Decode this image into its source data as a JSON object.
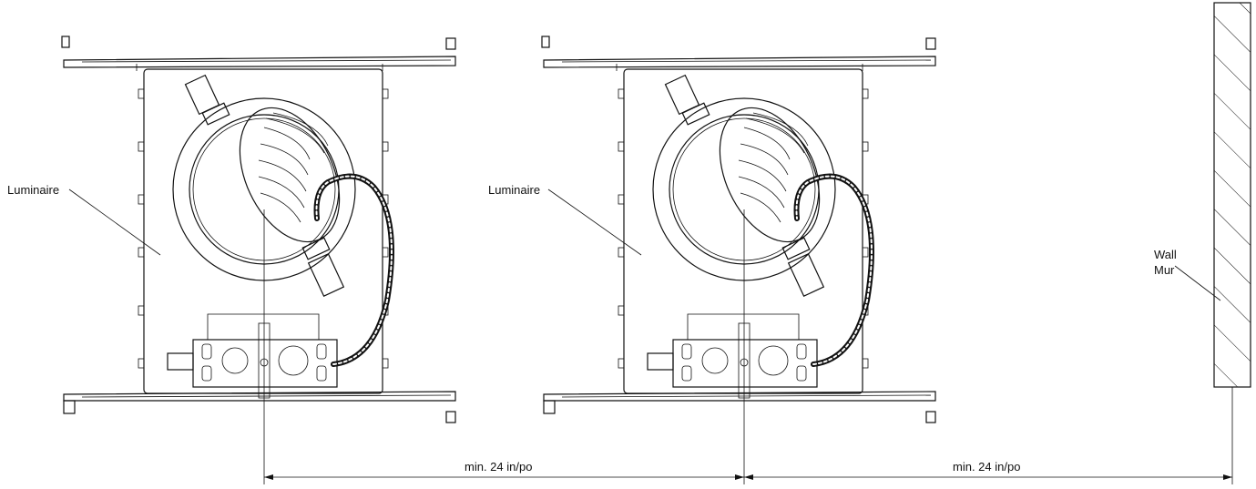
{
  "labels": {
    "luminaire_left": "Luminaire",
    "luminaire_right": "Luminaire",
    "wall": "Wall",
    "mur": "Mur",
    "dim_left": "min. 24 in/po",
    "dim_right": "min. 24 in/po"
  },
  "colors": {
    "line": "#111111",
    "background": "#ffffff"
  }
}
